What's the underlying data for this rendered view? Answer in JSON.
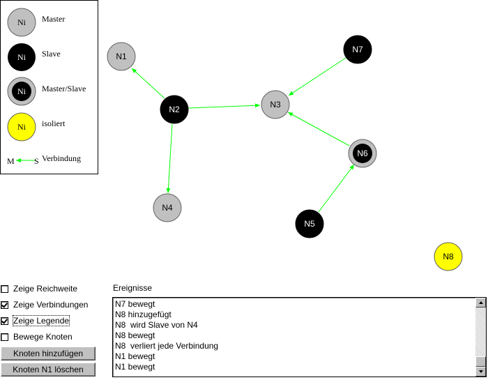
{
  "legend": {
    "node_symbol": "Ni",
    "master_label": "Master",
    "slave_label": "Slave",
    "master_slave_label": "Master/Slave",
    "isolated_label": "isoliert",
    "connection_label": "Verbindung",
    "conn_master_letter": "M",
    "conn_slave_letter": "S"
  },
  "colors": {
    "master_fill": "#c0c0c0",
    "slave_fill": "#000000",
    "isolated_fill": "#ffff00",
    "connection": "#00ff00"
  },
  "nodes": {
    "n1": {
      "label": "N1",
      "role": "master"
    },
    "n2": {
      "label": "N2",
      "role": "slave"
    },
    "n3": {
      "label": "N3",
      "role": "master"
    },
    "n4": {
      "label": "N4",
      "role": "master"
    },
    "n5": {
      "label": "N5",
      "role": "slave"
    },
    "n6": {
      "label": "N6",
      "role": "master-slave"
    },
    "n7": {
      "label": "N7",
      "role": "slave"
    },
    "n8": {
      "label": "N8",
      "role": "isolated"
    }
  },
  "controls": {
    "show_range": {
      "label": "Zeige Reichweite",
      "checked": false
    },
    "show_connections": {
      "label": "Zeige Verbindungen",
      "checked": true
    },
    "show_legend": {
      "label": "Zeige Legende",
      "checked": true
    },
    "move_nodes": {
      "label": "Bewege Knoten",
      "checked": false
    },
    "add_node_button": "Knoten hinzufügen",
    "delete_node_button": "Knoten N1 löschen"
  },
  "events": {
    "title": "Ereignisse",
    "items": [
      "N7 bewegt",
      "N8 hinzugefügt",
      "N8  wird Slave von N4",
      "N8 bewegt",
      "N8  verliert jede Verbindung",
      "N1 bewegt",
      "N1 bewegt"
    ]
  }
}
